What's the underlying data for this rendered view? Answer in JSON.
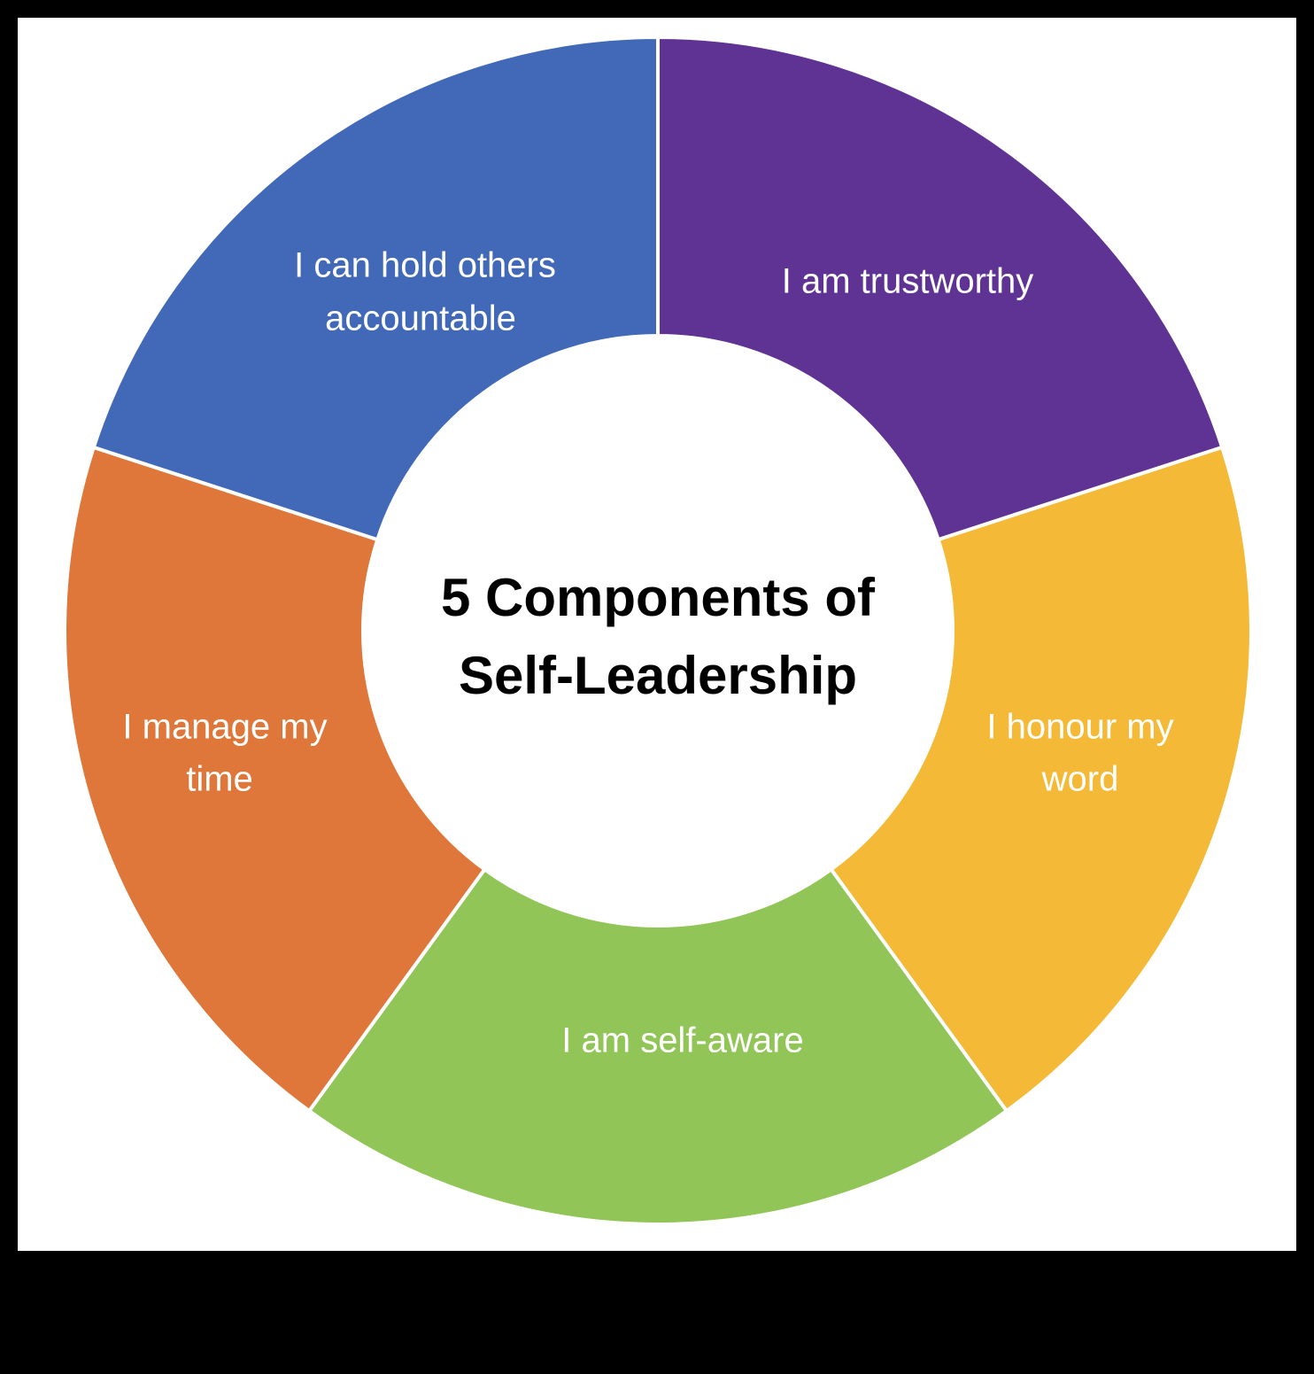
{
  "diagram": {
    "type": "donut-cycle",
    "center_title": {
      "line1": "5 Components of",
      "line2": "Self-Leadership"
    },
    "segments": [
      {
        "line1": "I am trustworthy",
        "line2": "",
        "color": "#5F3393"
      },
      {
        "line1": "I honour my",
        "line2": "word",
        "color": "#F4B936"
      },
      {
        "line1": "I am self-aware",
        "line2": "",
        "color": "#92C557"
      },
      {
        "line1": "I manage my",
        "line2": "time",
        "color": "#E0773A"
      },
      {
        "line1": "I can hold others",
        "line2": "accountable",
        "color": "#4169B8"
      }
    ]
  },
  "colors": {
    "background": "#000000",
    "panel": "#ffffff",
    "label_text": "#ffffff",
    "title_text": "#000000"
  }
}
